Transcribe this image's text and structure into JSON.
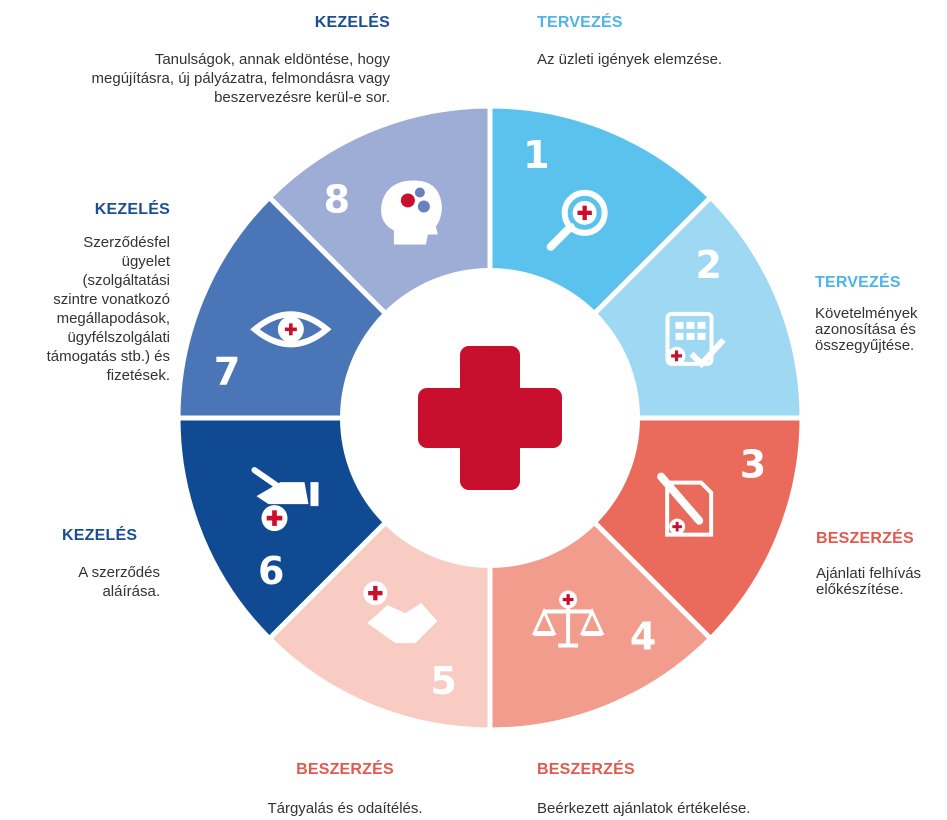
{
  "colors": {
    "cross": "#c8102e",
    "title_dark_blue": "#1a4f95",
    "title_light_blue": "#4fb4e8",
    "title_red": "#e25a4f",
    "segments": [
      "#5bc2ee",
      "#9fd8f3",
      "#ea6a5c",
      "#f19c8c",
      "#f8ccc2",
      "#0f4a93",
      "#4a76b8",
      "#9eadd6"
    ]
  },
  "segments": [
    {
      "number": "1",
      "icon": "magnifier-cross-icon"
    },
    {
      "number": "2",
      "icon": "checklist-calendar-icon"
    },
    {
      "number": "3",
      "icon": "document-pencil-icon"
    },
    {
      "number": "4",
      "icon": "scales-icon"
    },
    {
      "number": "5",
      "icon": "handshake-icon"
    },
    {
      "number": "6",
      "icon": "signing-hand-icon"
    },
    {
      "number": "7",
      "icon": "eye-icon"
    },
    {
      "number": "8",
      "icon": "head-gears-icon"
    }
  ],
  "labels": {
    "s1": {
      "title": "TERVEZÉS",
      "desc": [
        "Az üzleti igények elemzése."
      ]
    },
    "s2": {
      "title": "TERVEZÉS",
      "desc": [
        "Követelmények",
        "azonosítása és",
        "összegyűjtése."
      ]
    },
    "s3": {
      "title": "BESZERZÉS",
      "desc": [
        "Ajánlati felhívás",
        "előkészítése."
      ]
    },
    "s4": {
      "title": "BESZERZÉS",
      "desc": [
        "Beérkezett ajánlatok értékelése."
      ]
    },
    "s5": {
      "title": "BESZERZÉS",
      "desc": [
        "Tárgyalás és odaítélés."
      ]
    },
    "s6": {
      "title": "KEZELÉS",
      "desc": [
        "A szerződés",
        "aláírása."
      ]
    },
    "s7": {
      "title": "KEZELÉS",
      "desc": [
        "Szerződésfel",
        "ügyelet",
        "(szolgáltatási",
        "szintre vonatkozó",
        "megállapodások,",
        "ügyfélszolgálati",
        "támogatás stb.) és",
        "fizetések."
      ]
    },
    "s8": {
      "title": "KEZELÉS",
      "desc": [
        "Tanulságok, annak eldöntése, hogy",
        "megújításra, új pályázatra, felmondásra vagy",
        "beszervezésre kerül-e sor."
      ]
    }
  }
}
